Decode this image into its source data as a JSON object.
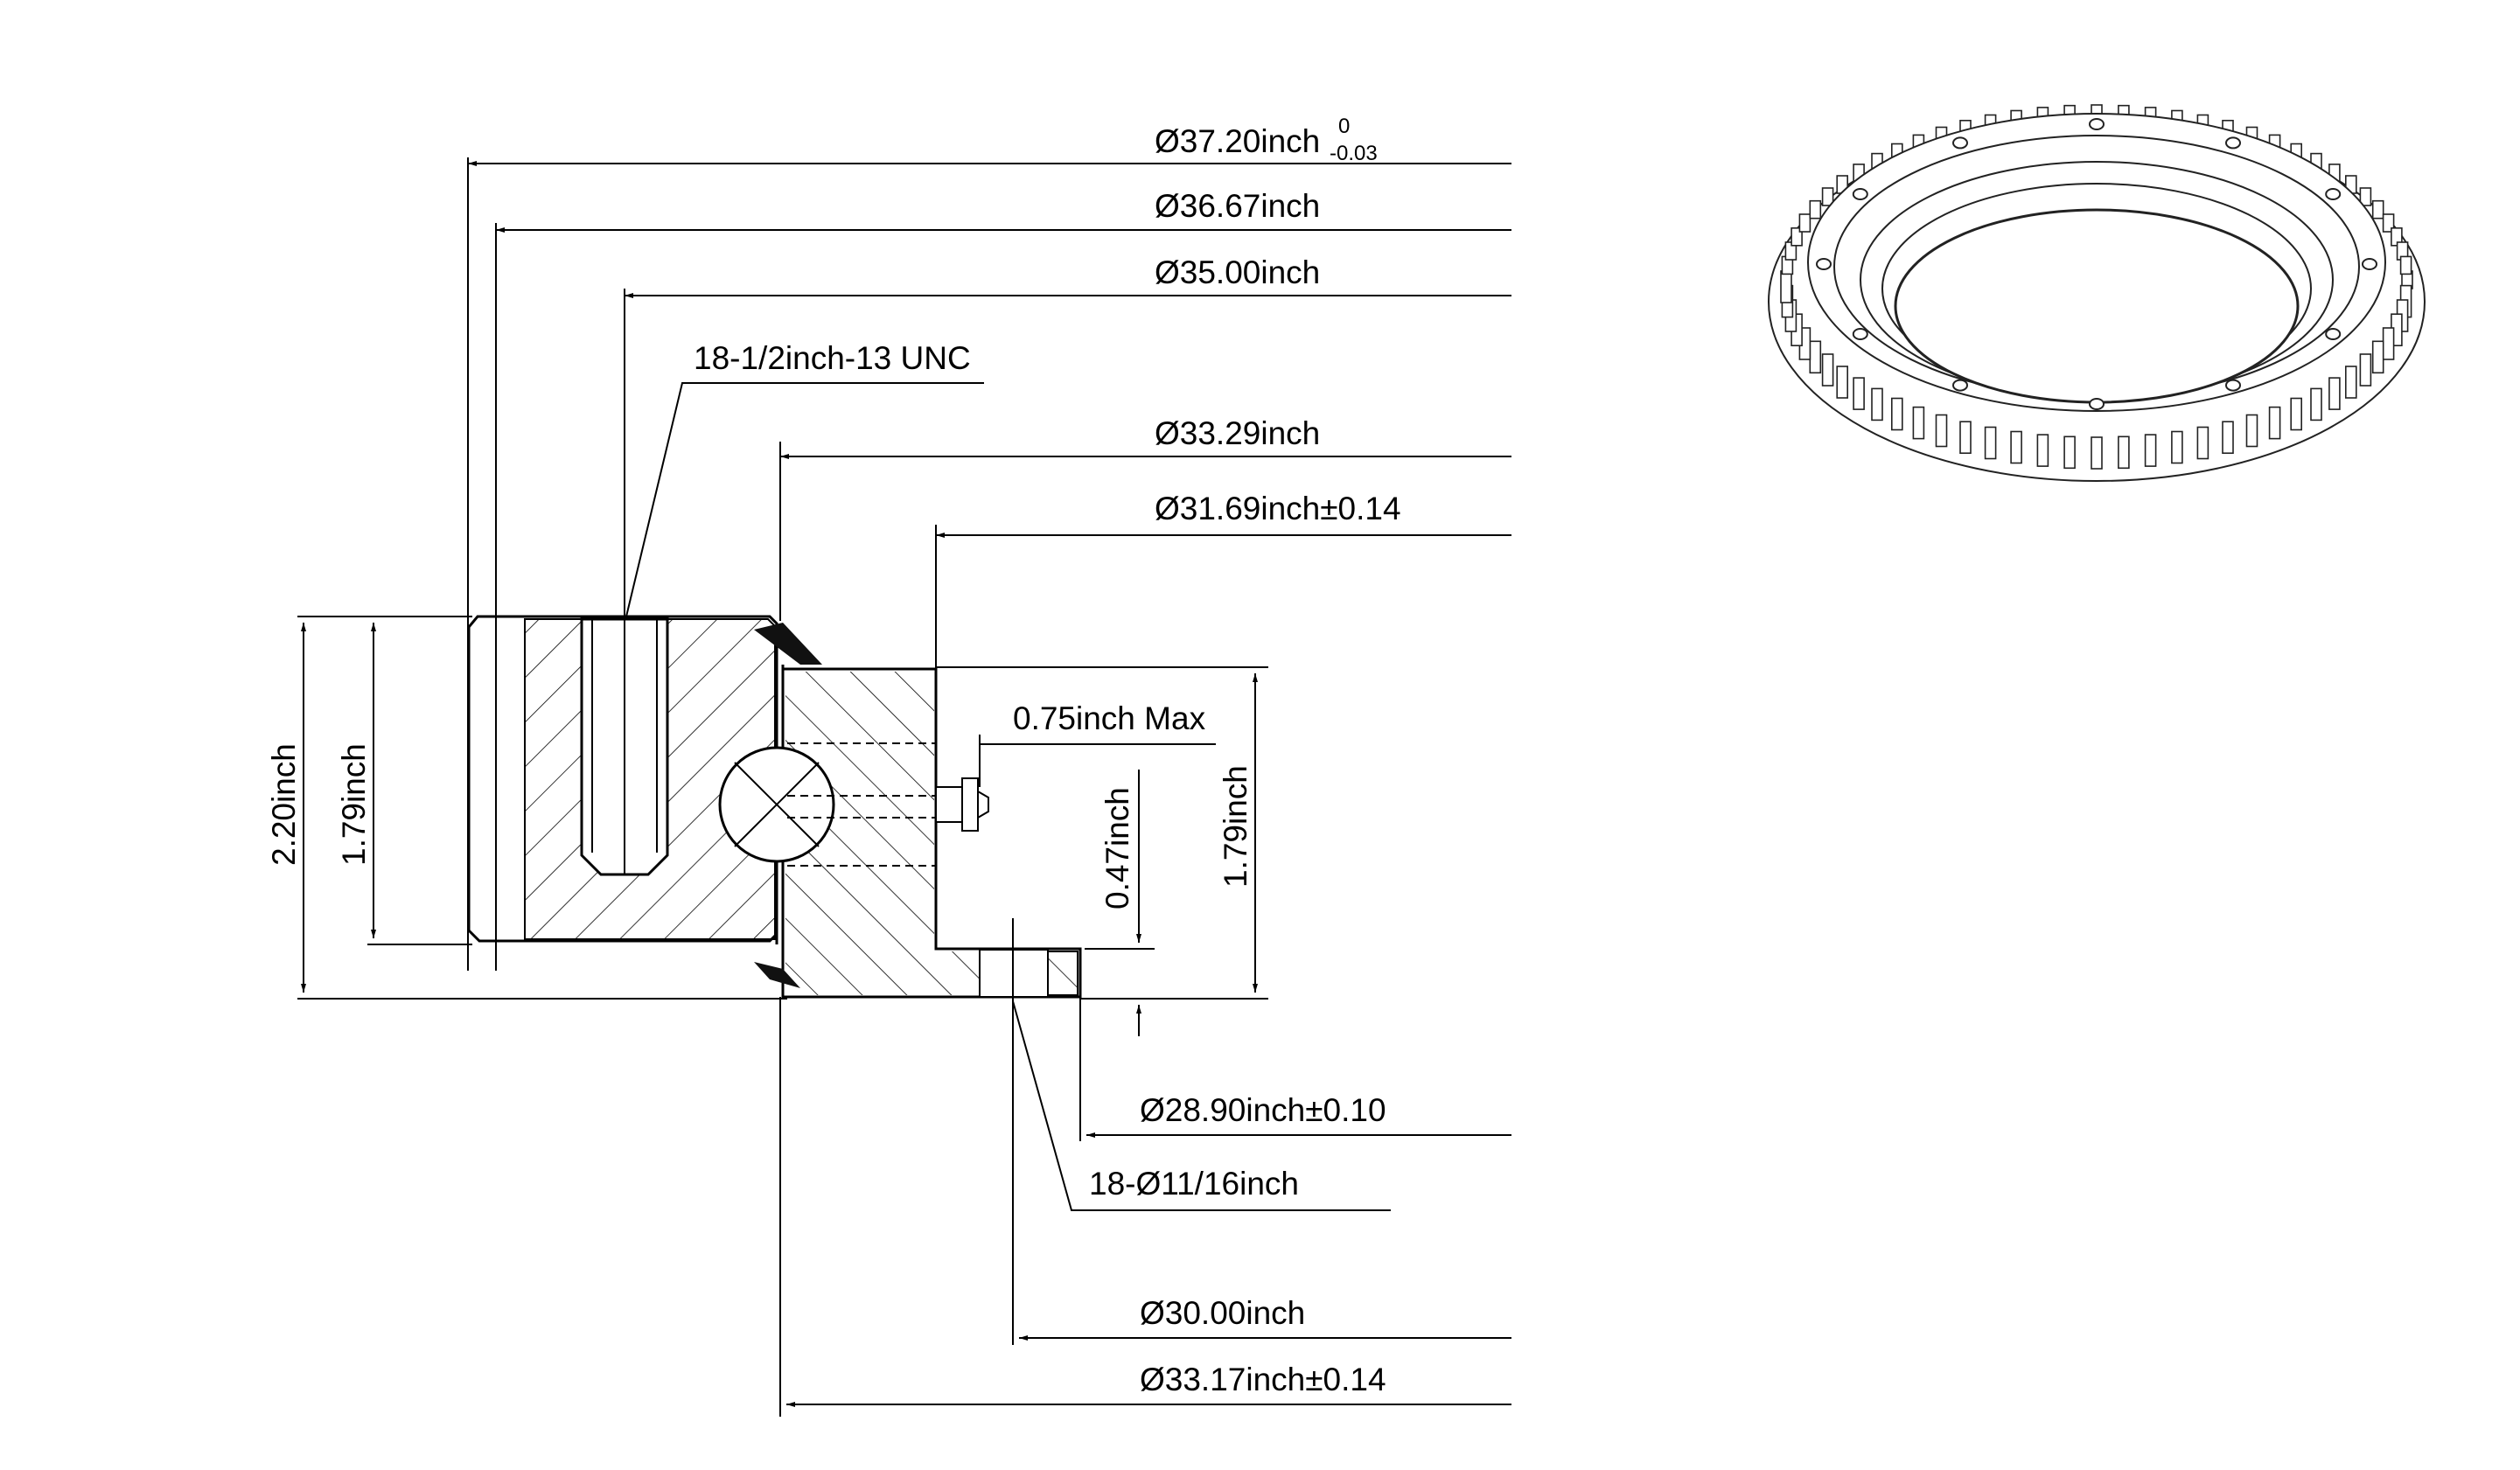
{
  "dimensions": {
    "outer_dia": "Ø37.20inch",
    "outer_dia_tol_upper": "0",
    "outer_dia_tol_lower": "-0.03",
    "dia_3667": "Ø36.67inch",
    "dia_3500": "Ø35.00inch",
    "thread": "18-1/2inch-13 UNC",
    "dia_3329": "Ø33.29inch",
    "dia_3169": "Ø31.69inch±0.14",
    "lube_height": "0.75inch Max",
    "height_total": "2.20inch",
    "height_outer_ring": "1.79inch",
    "height_inner_ring": "1.79inch",
    "flange_thickness": "0.47inch",
    "dia_2890": "Ø28.90inch±0.10",
    "mount_holes": "18-Ø11/16inch",
    "dia_3000": "Ø30.00inch",
    "dia_3317": "Ø33.17inch±0.14"
  },
  "gear_view": {
    "tooth_count": 72,
    "bolt_hole_count": 12
  }
}
